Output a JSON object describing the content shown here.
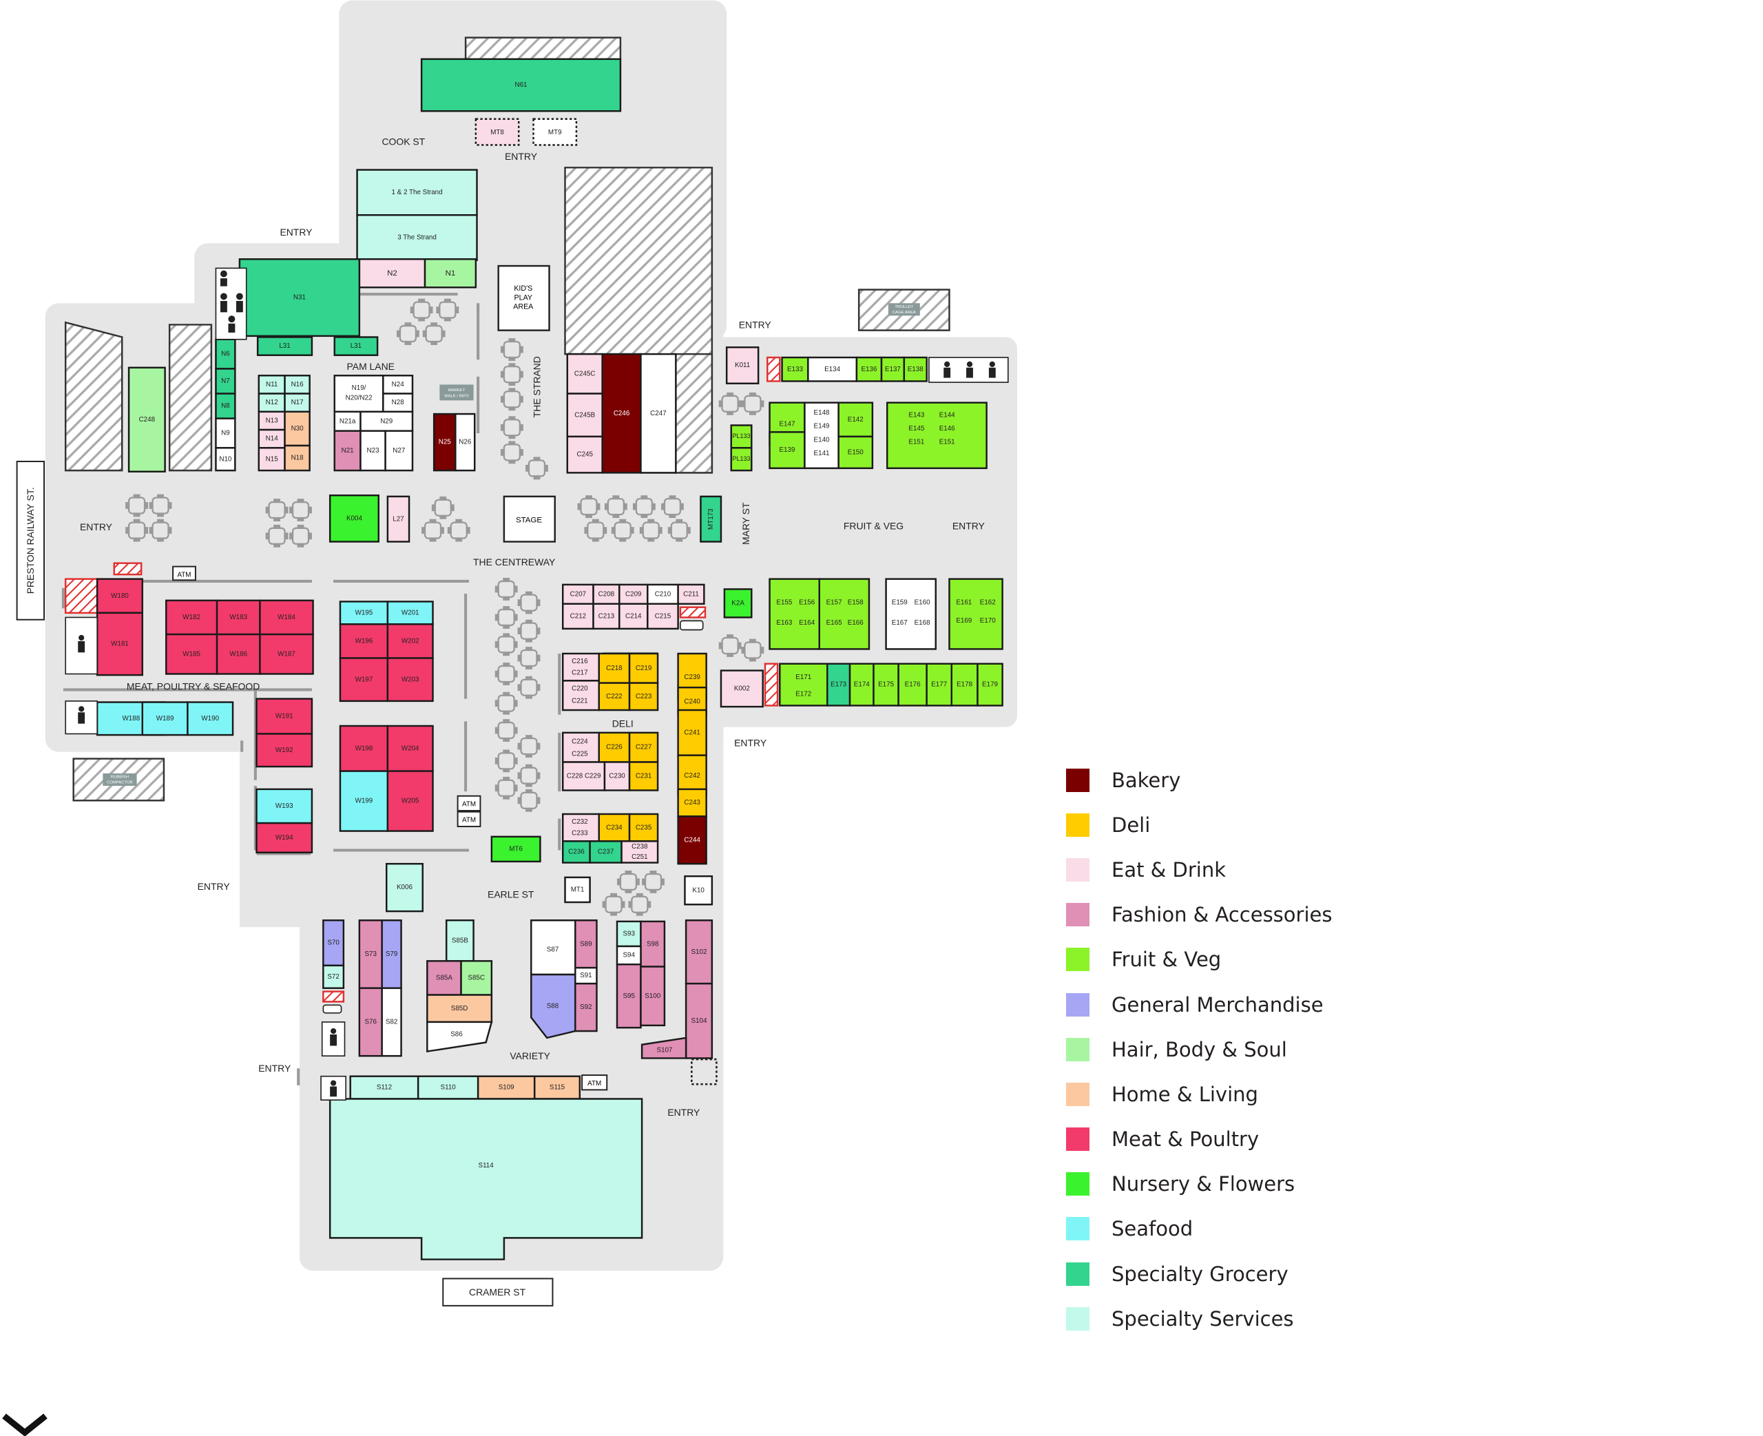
{
  "colors": {
    "floor": "#e6e6e6",
    "bakery": "#7a0000",
    "deli": "#ffcc00",
    "eat": "#f9dce7",
    "fashion": "#e08fb5",
    "fruit": "#8cf329",
    "general": "#a6a6f5",
    "hair": "#a7f5a1",
    "home": "#fbc8a0",
    "meat": "#f23b6b",
    "nursery": "#3bf22e",
    "seafood": "#7ff5f7",
    "specialty": "#33d48e",
    "services": "#c2f9ea",
    "white": "#ffffff",
    "hatch": "#b3b3b3"
  },
  "streets": {
    "preston": "PRESTON RAILWAY ST.",
    "cook": "COOK ST",
    "cramer": "CRAMER ST",
    "mary": "MARY ST",
    "earle": "EARLE ST",
    "strand": "THE STRAND",
    "pam": "PAM LANE",
    "centreway": "THE CENTREWAY"
  },
  "zones": {
    "meat": "MEAT, POULTRY & SEAFOOD",
    "fruit": "FRUIT & VEG",
    "deli": "DELI",
    "variety": "VARIETY"
  },
  "entry_label": "ENTRY",
  "kids_area": [
    "KID'S",
    "PLAY",
    "AREA"
  ],
  "stage": "STAGE",
  "atm": "ATM",
  "market_info": [
    "MARKET",
    "WALK / INFO"
  ],
  "trolley_area": [
    "TROLLEY",
    "CAGE AREA"
  ],
  "rubbish_area": [
    "RUBBISH",
    "COMPACTOR"
  ],
  "legend": [
    {
      "label": "Bakery",
      "color": "#7a0000"
    },
    {
      "label": "Deli",
      "color": "#ffcc00"
    },
    {
      "label": "Eat & Drink",
      "color": "#f9dce7"
    },
    {
      "label": "Fashion & Accessories",
      "color": "#e08fb5"
    },
    {
      "label": "Fruit & Veg",
      "color": "#8cf329"
    },
    {
      "label": "General Merchandise",
      "color": "#a6a6f5"
    },
    {
      "label": "Hair, Body & Soul",
      "color": "#a7f5a1"
    },
    {
      "label": "Home & Living",
      "color": "#fbc8a0"
    },
    {
      "label": "Meat & Poultry",
      "color": "#f23b6b"
    },
    {
      "label": "Nursery & Flowers",
      "color": "#3bf22e"
    },
    {
      "label": "Seafood",
      "color": "#7ff5f7"
    },
    {
      "label": "Specialty Grocery",
      "color": "#33d48e"
    },
    {
      "label": "Specialty Services",
      "color": "#c2f9ea"
    }
  ],
  "stalls": {
    "N61": "N61",
    "MT8": "MT8",
    "MT9": "MT9",
    "S12": "1 & 2 The Strand",
    "S3": "3 The Strand",
    "N2": "N2",
    "N1": "N1",
    "N31": "N31",
    "L31a": "L31",
    "L31b": "L31",
    "N6": "N6",
    "N7": "N7",
    "N8": "N8",
    "N9": "N9",
    "N10": "N10",
    "N11": "N11",
    "N16": "N16",
    "N12": "N12",
    "N17": "N17",
    "N13": "N13",
    "N14": "N14",
    "N15": "N15",
    "N30": "N30",
    "N18": "N18",
    "N19": "N19/ N20/N22",
    "N24": "N24",
    "N28": "N28",
    "N21a": "N21a",
    "N29": "N29",
    "N21": "N21",
    "N23": "N23",
    "N27": "N27",
    "N25": "N25",
    "N26": "N26",
    "C248": "C248",
    "C245C": "C245C",
    "C245B": "C245B",
    "C245": "C245",
    "C246": "C246",
    "C247": "C247",
    "K011": "K011",
    "E133": "E133",
    "E134": "E134",
    "E136": "E136",
    "E137": "E137",
    "E138": "E138",
    "E147": "E147",
    "E139": "E139",
    "E148": "E148",
    "E149": "E149",
    "E140": "E140",
    "E141": "E141",
    "E142": "E142",
    "E150": "E150",
    "E143": "E143",
    "E144": "E144",
    "E145": "E145",
    "E146": "E146",
    "E151a": "E151",
    "E151b": "E151",
    "PL133a": "PL133",
    "PL133b": "PL133",
    "K004": "K004",
    "L27": "L27",
    "MT173": "MT173",
    "W180": "W180",
    "W181": "W181",
    "W182": "W182",
    "W183": "W183",
    "W184": "W184",
    "W185": "W185",
    "W186": "W186",
    "W187": "W187",
    "W195": "W195",
    "W201": "W201",
    "W196": "W196",
    "W202": "W202",
    "W197": "W197",
    "W203": "W203",
    "W188": "W188",
    "W189": "W189",
    "W190": "W190",
    "W191": "W191",
    "W192": "W192",
    "W198": "W198",
    "W204": "W204",
    "W199": "W199",
    "W205": "W205",
    "W193": "W193",
    "W194": "W194",
    "C207": "C207",
    "C208": "C208",
    "C209": "C209",
    "C210": "C210",
    "C211": "C211",
    "C212": "C212",
    "C213": "C213",
    "C214": "C214",
    "C215": "C215",
    "K2A": "K2A",
    "E155": "E155",
    "E156": "E156",
    "E157": "E157",
    "E158": "E158",
    "E163": "E163",
    "E164": "E164",
    "E165": "E165",
    "E166": "E166",
    "E159": "E159",
    "E160": "E160",
    "E167": "E167",
    "E168": "E168",
    "E161": "E161",
    "E162": "E162",
    "E169": "E169",
    "E170": "E170",
    "K002": "K002",
    "E171": "E171",
    "E172": "E172",
    "E173": "E173",
    "E174": "E174",
    "E175": "E175",
    "E176": "E176",
    "E177": "E177",
    "E178": "E178",
    "E179": "E179",
    "C216": "C216",
    "C217": "C217",
    "C218": "C218",
    "C219": "C219",
    "C220": "C220",
    "C221": "C221",
    "C222": "C222",
    "C223": "C223",
    "C239": "C239",
    "C240": "C240",
    "C241": "C241",
    "C242": "C242",
    "C243": "C243",
    "C244": "C244",
    "C224": "C224",
    "C225": "C225",
    "C226": "C226",
    "C227": "C227",
    "C228": "C228 C229",
    "C230": "C230",
    "C231": "C231",
    "C232": "C232",
    "C233": "C233",
    "C234": "C234",
    "C235": "C235",
    "C236": "C236",
    "C237": "C237",
    "C238": "C238",
    "C251": "C251",
    "MT6": "MT6",
    "K006": "K006",
    "MT1": "MT1",
    "K10": "K10",
    "S70": "S70",
    "S72": "S72",
    "S73": "S73",
    "S79": "S79",
    "S76": "S76",
    "S82": "S82",
    "S85B": "S85B",
    "S85A": "S85A",
    "S85C": "S85C",
    "S85D": "S85D",
    "S86": "S86",
    "S87": "S87",
    "S89": "S89",
    "S91": "S91",
    "S88": "S88",
    "S92": "S92",
    "S93": "S93",
    "S98": "S98",
    "S94": "S94",
    "S95": "S95",
    "S100": "S100",
    "S102": "S102",
    "S104": "S104",
    "S107": "S107",
    "S112": "S112",
    "S110": "S110",
    "S109": "S109",
    "S115": "S115",
    "S114": "S114"
  }
}
